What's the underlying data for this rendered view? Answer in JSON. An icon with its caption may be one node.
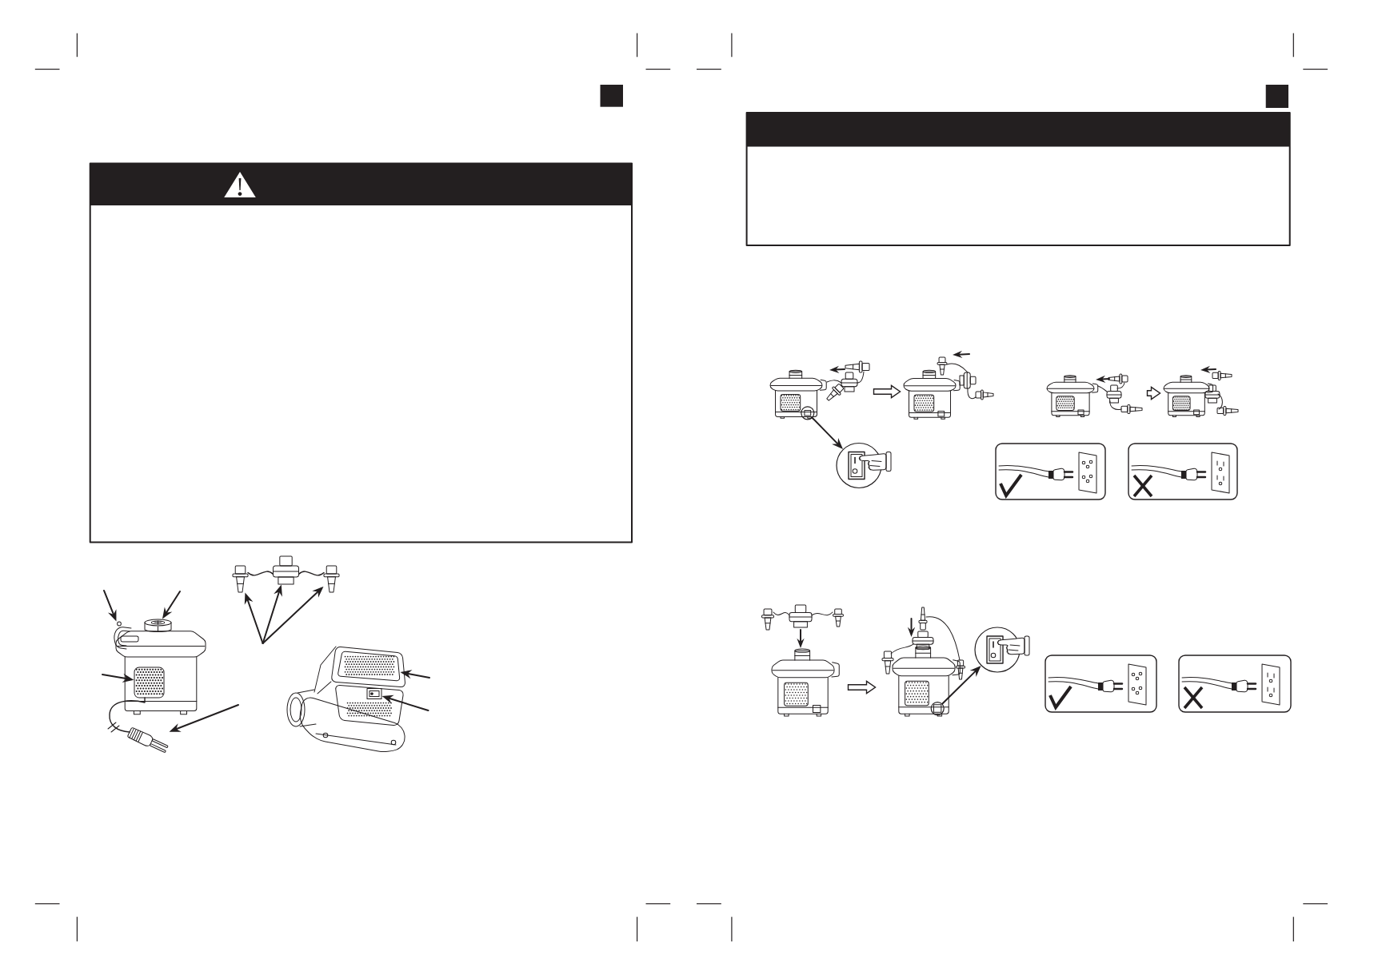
{
  "diagram": {
    "nodes": [
      {
        "text": [],
        "shape": "picture"
      },
      {
        "text": [],
        "shape": "picture",
        "in": 0
      },
      {
        "text": [],
        "shape": "picture"
      },
      {
        "text": [],
        "shape": "picture",
        "in": 0
      },
      {
        "text": [],
        "shape": "picture"
      },
      {
        "text": [],
        "shape": "picture"
      },
      {
        "text": [],
        "shape": "picture"
      },
      {
        "text": [],
        "shape": "picture"
      },
      {
        "text": [],
        "shape": "picture"
      },
      {
        "text": [],
        "shape": "picture",
        "in": 8
      },
      {
        "text": [],
        "shape": "picture",
        "in": 8
      },
      {
        "text": [],
        "shape": "picture"
      },
      {
        "text": [],
        "shape": "circle",
        "in": 11
      },
      {
        "text": [],
        "shape": "picture"
      },
      {
        "text": [],
        "shape": "picture"
      },
      {
        "text": [],
        "shape": "picture"
      },
      {
        "text": [],
        "shape": "circle"
      },
      {
        "text": [],
        "shape": "picture"
      },
      {
        "text": [],
        "shape": "picture"
      },
      {
        "text": [],
        "shape": "circle",
        "in": 18
      },
      {
        "text": [],
        "shape": "circle"
      }
    ],
    "edges": [
      {
        "from": null,
        "to": 1,
        "arrow": "to"
      },
      {
        "from": null,
        "to": 2,
        "arrow": "to"
      },
      {
        "from": null,
        "to": 3,
        "arrow": "to"
      },
      {
        "from": null,
        "to": 4,
        "arrow": "to"
      },
      {
        "from": null,
        "to": 5,
        "arrow": "to"
      },
      {
        "from": null,
        "to": 6,
        "arrow": "to"
      },
      {
        "from": null,
        "to": 7,
        "arrow": "to"
      },
      {
        "from": null,
        "to": 9,
        "arrow": "to"
      },
      {
        "from": null,
        "to": 10,
        "arrow": "to"
      },
      {
        "from": 11,
        "to": 13,
        "arrow": "to",
        "style": "thick"
      },
      {
        "from": 14,
        "to": 15,
        "arrow": "to",
        "style": "thick"
      },
      {
        "from": 12,
        "to": 16,
        "arrow": "to"
      },
      {
        "from": 17,
        "to": 18,
        "arrow": "to",
        "style": "thick"
      },
      {
        "from": 19,
        "to": 20,
        "arrow": "to"
      }
    ]
  }
}
